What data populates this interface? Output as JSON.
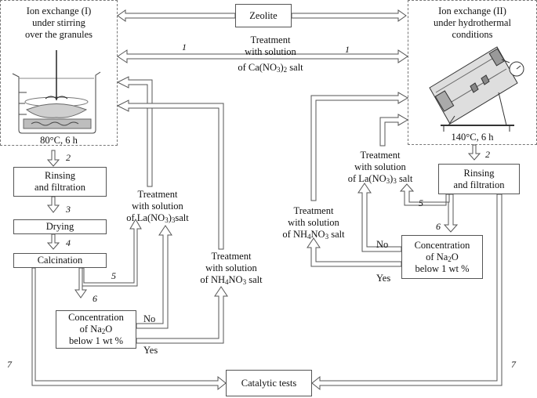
{
  "nodes": {
    "zeolite": "Zeolite",
    "ion_exchange_1": [
      "Ion exchange (I)",
      "under stirring",
      "over the granules"
    ],
    "ion_exchange_1_cond": "80°C, 6 h",
    "ion_exchange_2": [
      "Ion exchange (II)",
      "under hydrothermal",
      "conditions"
    ],
    "ion_exchange_2_cond": "140°C, 6 h",
    "rinsing_left": [
      "Rinsing",
      "and filtration"
    ],
    "drying": "Drying",
    "calcination": "Calcination",
    "rinsing_right": [
      "Rinsing",
      "and filtration"
    ],
    "catalytic_tests": "Catalytic tests",
    "conc_left": [
      "Concentration",
      "of Na",
      "2",
      "O",
      "below 1 wt %"
    ],
    "conc_right": [
      "Concentration",
      "of Na",
      "2",
      "O",
      "below 1 wt %"
    ]
  },
  "labels": {
    "treat_ca": [
      "Treatment",
      "with solution",
      "of Ca(NO",
      "3",
      ")",
      "2",
      " salt"
    ],
    "treat_la_left": [
      "Treatment",
      "with solution",
      "of La(NO",
      "3",
      ")",
      "3",
      "salt"
    ],
    "treat_nh4_left": [
      "Treatment",
      "with solution",
      "of NH",
      "4",
      "NO",
      "3",
      " salt"
    ],
    "treat_la_right": [
      "Treatment",
      "with solution",
      "of  La(NO",
      "3",
      ")",
      "3",
      " salt"
    ],
    "treat_nh4_right": [
      "Treatment",
      "with solution",
      "of NH",
      "4",
      "NO",
      "3",
      " salt"
    ],
    "no_left": "No",
    "yes_left": "Yes",
    "no_right": "No",
    "yes_right": "Yes"
  },
  "step_numbers": {
    "s1_left": "1",
    "s1_right": "1",
    "s2_left": "2",
    "s3": "3",
    "s4": "4",
    "s5_left": "5",
    "s6_left": "6",
    "s7_left": "7",
    "s2_right": "2",
    "s5_right": "5",
    "s6_right": "6",
    "s7_right": "7"
  }
}
